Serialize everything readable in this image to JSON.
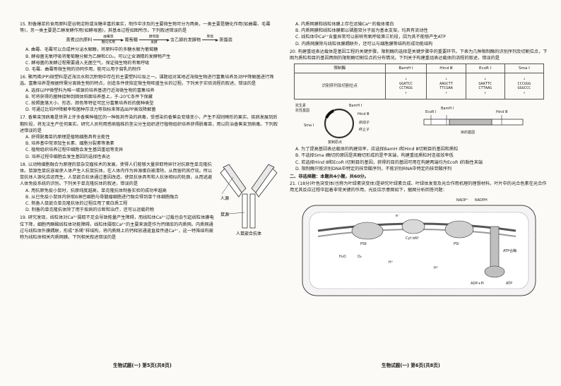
{
  "left": {
    "q15": {
      "stem": "15. 制备爆浆的食用原料是谷物淀粉或含糖丰富的果实，制作中涉及的主要微生物可分为两类，一类主要是糖化作用(如曲霉、毛霉等)，另一类主要是乙醇发酵作用(如酵母菌)，其基本过程如图所示。下列叙述错误的是",
      "flow": [
        "蒸煮过的原料",
        "曲霉等",
        "糖化作用",
        "葡萄糖",
        "酵母菌",
        "发酵",
        "含乙醇的发酵物",
        "蒸馏",
        "蒸馏酒"
      ],
      "options": [
        "A. 曲霉、毛霉可以合成并分泌水解酶，将原料中的多糖水解为葡萄糖",
        "B. 酵母菌无氧呼吸将葡萄糖分解为乙醇和CO₂，可以让含酒精的发酵物产生",
        "C. 酵母菌的发酵过程需要通入无菌空气，保证微生物的有氧呼吸",
        "D. 毛霉、曲霉等微生物的协同作用，能可以用于腐乳的制作"
      ]
    },
    "q16": {
      "stem": "16. 聚丙烯(PP)微塑料是近海沿水和沉积物中存在的主要塑料垃圾之一。课题组对某地近海微生物进行富集培养及对PP降解菌进行筛选。富集培养是根据所需分离微生物的特点，创造条件使指定微生物旺盛生长的过程。下列关于实验流程的叙述，错误的是",
      "options": [
        "A. 选择以PP微塑料为唯一碳源的培养基进行近海微生物的富集培养",
        "B. 可将获得的菌种接种到固体斜面培养基上，于-20℃条件下保藏",
        "C. 按照菌落大小、形态、颜色等特征可区分富集培养后的菌种类型",
        "D. 可通过比较PP降解率和菌种存活力等指标来筛选出PP高效降解菌"
      ]
    },
    "q17": {
      "stem": "17. 香蕉束顶病毒是世界上许多香蕉种植区的一种极其传染的病毒，受感染的香蕉会变矮变小，产生不规则畸形的果实。疾病发展到后期阶段，将无法生产任何果实。研究人员利用感病植株的茎尖分生组织进行植物组织培养获得脱毒苗，用以防治香蕉束顶病毒。下列叙述错误的是",
      "options": [
        "A. 获得脱毒苗的原理是植物细胞具有全能性",
        "B. 培养基中常添加生长素、细胞分裂素等激素",
        "C. 植物组织培养过程中细胞会发生基因重组等变异",
        "D. 培养过程中细胞会发生基因的选择性表达"
      ]
    },
    "q18": {
      "stem": "18. 以动物细胞融合为原理的鼠杂交瘤技术的发展，使得人们能够大量获取特异针对抗原性单克隆抗体。鼠源性单抗容易使人体产生人抗鼠抗体，在人体内作为异源蛋白被清除，从而留药其疗效。所以鼠抗体人源化应运而生。人鼠嵌合抗体通过基因改造，使鼠抗体具有和人抗体相似的轮廓，从而逃避人体免疫系统的识别。下列关于单克隆抗体的叙述，错误的是",
      "fig": {
        "label_human": "人源",
        "label_mouse": "鼠源",
        "caption": "人鼠嵌合抗体"
      },
      "options": [
        "A. 用抗原免疫小鼠时，抗原纯度越高，单克隆抗体制备实验的成功率越高",
        "B. 从已免疫小鼠体内获取B淋巴细胞与骨髓瘤细胞进行融合得到单个体细胞融合",
        "C. 制备人鼠嵌合单克隆抗体的过程应用了蛋白质工程",
        "D. 制备的单克隆抗体除了用于疾病的诊断和治疗，还可以运载药物"
      ]
    },
    "q19": {
      "stem": "19. 研究发现，线粒体对Ca²⁺摄取不足会导致能量产生障碍，而线粒体Ca²⁺过载也会引起线粒体膜电位下降，细胞丙酮酸线粒体功能障碍。线粒体摄取Ca²⁺的主要来源是作为钙储库的内质网。内质网通过与线粒体外膜耦联，形成“系绳”样结构，将内质网上的钙释放通道直接传递Ca²⁺，这一特殊结构被称为线粒体相关内质网膜。下列相关叙述错误的是"
    },
    "footer": "生物试题(一)  第5页(共8页)"
  },
  "right": {
    "q19_options": [
      "A. 内质网膜和线粒体膜上存在运输Ca²⁺的载体蛋白",
      "B. 内质网膜和线粒体膜都以磷脂双分子层为基本支架，均具有流动性",
      "C. 线粒体中Ca²⁺含量异常可以影响有氧呼吸第三阶段，因为其不能够产生ATP",
      "D. 内质网膜除与线粒体膜耦联外，还可以与细胞膜等结构形成功能结构"
    ],
    "q20": {
      "stem": "20. 构建重组表达载体是基因工程的关键步骤，限制酶的选择是关键步骤中的重要环节。下表为几种限制酶的识别序列及切割位点，下图为质粒和目的基因两侧的限制酶切割位点的分布情况。下列关于构建重组表达载体的流程的叙述，错误的是",
      "table": {
        "header": [
          "限制酶",
          "BamH Ⅰ",
          "Hind Ⅲ",
          "EcoR Ⅰ",
          "Sma Ⅰ"
        ],
        "row_label": "识别序列及切割位点",
        "seqs": [
          [
            "↓",
            "GGATCC",
            "CCTAGG",
            "↑"
          ],
          [
            "↓",
            "AAGCTT",
            "TTCGAA",
            "↑"
          ],
          [
            "↓",
            "GAATTC",
            "CTTAAG",
            "↑"
          ],
          [
            "↓",
            "CCCGGG",
            "GGGCCC",
            "↑"
          ]
        ]
      },
      "fig": {
        "plasmid_labels": [
          "抗生素",
          "抗性基因",
          "Sma Ⅰ",
          "BamH Ⅰ",
          "Hind Ⅲ",
          "启动子",
          "终止子",
          "复制原点"
        ],
        "gene_labels": [
          "EcoR Ⅰ",
          "BamH Ⅰ",
          "Hind Ⅲ",
          "目的基因"
        ]
      },
      "options": [
        "A. 为了提高基因表达载体的构建效率，应选择BamH Ⅰ和Hind Ⅲ切割目的基因和质粒",
        "B. 不选择Sma Ⅰ酶切的原因是其酶切形成的是平末端，构建重组质粒时连接效率低",
        "C. 若选择Hind Ⅲ和EcoR Ⅰ切割目的基因，获得的目的基因可用在构建两端均为EcoR Ⅰ的黏性末端",
        "D. 限制酶只能识别DNA中特定的核苷酸序列，不能识别RNA中特定的核苷酸序列"
      ]
    },
    "section": "二、非选择题：本题共4小题，共60分。",
    "q21": {
      "stem": "21. (18分)叶色突变体(也称为叶绿素突变体)是研究叶绿素合成、叶绿体发育及光合作用机理的理想材料。叶片中的光合色素在光合作用尤其反应过程中起着非常关键的作用，光反应示意图如下，据图分析回答问题：",
      "fig_labels": [
        "NADP⁺",
        "NADPH",
        "e⁻",
        "PSⅡ",
        "PSⅠ",
        "H₂O",
        "O₂",
        "H⁺",
        "Cyt b6f",
        "ATP合酶",
        "ADP+Pi",
        "ATP",
        "H⁺"
      ]
    },
    "footer": "生物试题(一)  第6页(共8页)"
  }
}
